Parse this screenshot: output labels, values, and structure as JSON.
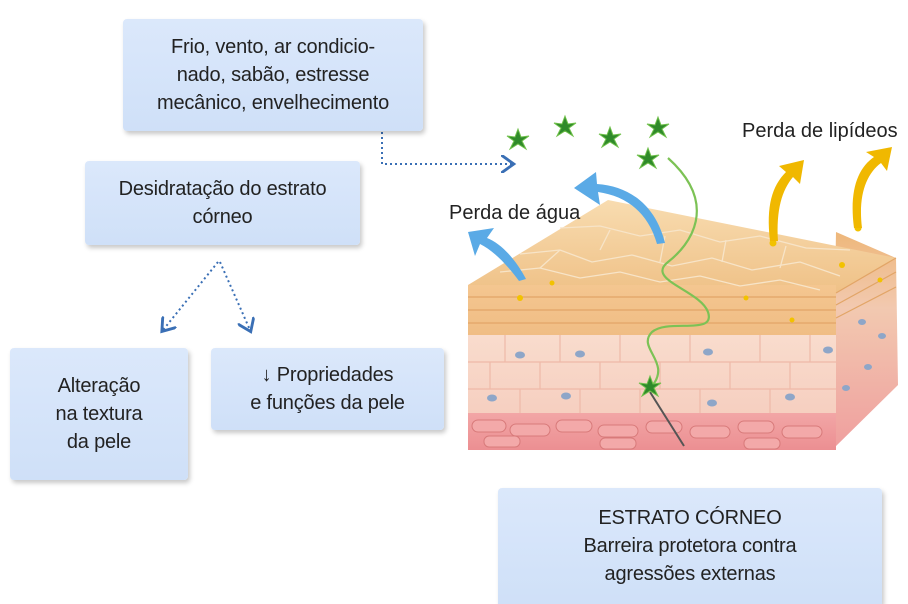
{
  "boxes": {
    "causes": [
      "Frio, vento, ar condicio-",
      "nado, sabão, estresse",
      "mecânico, envelhecimento"
    ],
    "dehydration": [
      "Desidratação do estrato",
      "córneo"
    ],
    "texture": [
      "Alteração",
      "na textura",
      "da pele"
    ],
    "properties": [
      "↓ Propriedades",
      "e funções da pele"
    ],
    "stratum": [
      "ESTRATO CÓRNEO",
      "Barreira protetora contra",
      "agressões externas"
    ]
  },
  "labels": {
    "water_loss": "Perda de água",
    "lipid_loss": "Perda de lipídeos"
  },
  "colors": {
    "box_fill": "#d6e5fa",
    "connector": "#3a6fb5",
    "water_arrow": "#5aaae6",
    "lipid_arrow": "#f0b800",
    "particle": "#2f8a2a",
    "skin_top": "#f2c48a",
    "skin_mid": "#f7d3c0",
    "skin_base": "#ee9a9a"
  }
}
